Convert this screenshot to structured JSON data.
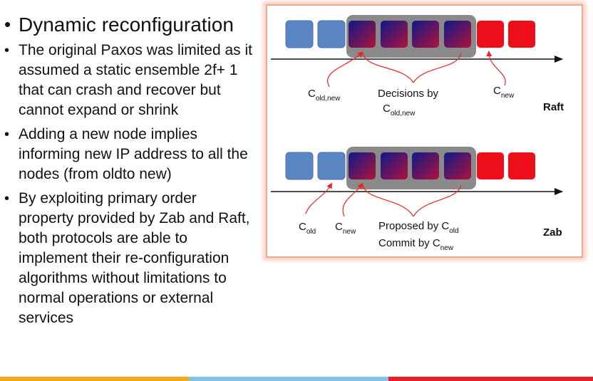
{
  "bullets": [
    {
      "text": "Dynamic reconfiguration",
      "level": 0
    },
    {
      "text": "The original Paxos was limited as it assumed a static ensemble 2f+ 1 that can crash and recover but cannot expand or shrink",
      "level": 1
    },
    {
      "text": "Adding a new node implies informing new IP address to all the nodes (from oldto new)",
      "level": 1
    },
    {
      "text": "By exploiting primary order property provided by Zab and Raft, both protocols are able to implement their re-configuration algorithms without limitations to normal operations or external services",
      "level": 1
    }
  ],
  "diagram": {
    "raft": {
      "protocol_label": "Raft",
      "c_old_new": {
        "base": "C",
        "sub": "old,new"
      },
      "decisions_label": "Decisions by",
      "decisions_c": {
        "base": "C",
        "sub": "old,new"
      },
      "c_new": {
        "base": "C",
        "sub": "new"
      }
    },
    "zab": {
      "protocol_label": "Zab",
      "c_old": {
        "base": "C",
        "sub": "old"
      },
      "c_new": {
        "base": "C",
        "sub": "new"
      },
      "proposed_label": "Proposed by C",
      "proposed_sub": "old",
      "commit_label": "Commit by C",
      "commit_sub": "new"
    }
  },
  "colors": {
    "blue_box": "#5b86c4",
    "red_box": "#ee0e1a",
    "gradient_start": "#0d1a8a",
    "gradient_end": "#b0123a",
    "group_bg": "#8a8a8a",
    "arrow": "#ee2222",
    "panel_border": "#f0a890",
    "footer": [
      "#f5a81c",
      "#7ec4e6",
      "#e61e28"
    ]
  }
}
